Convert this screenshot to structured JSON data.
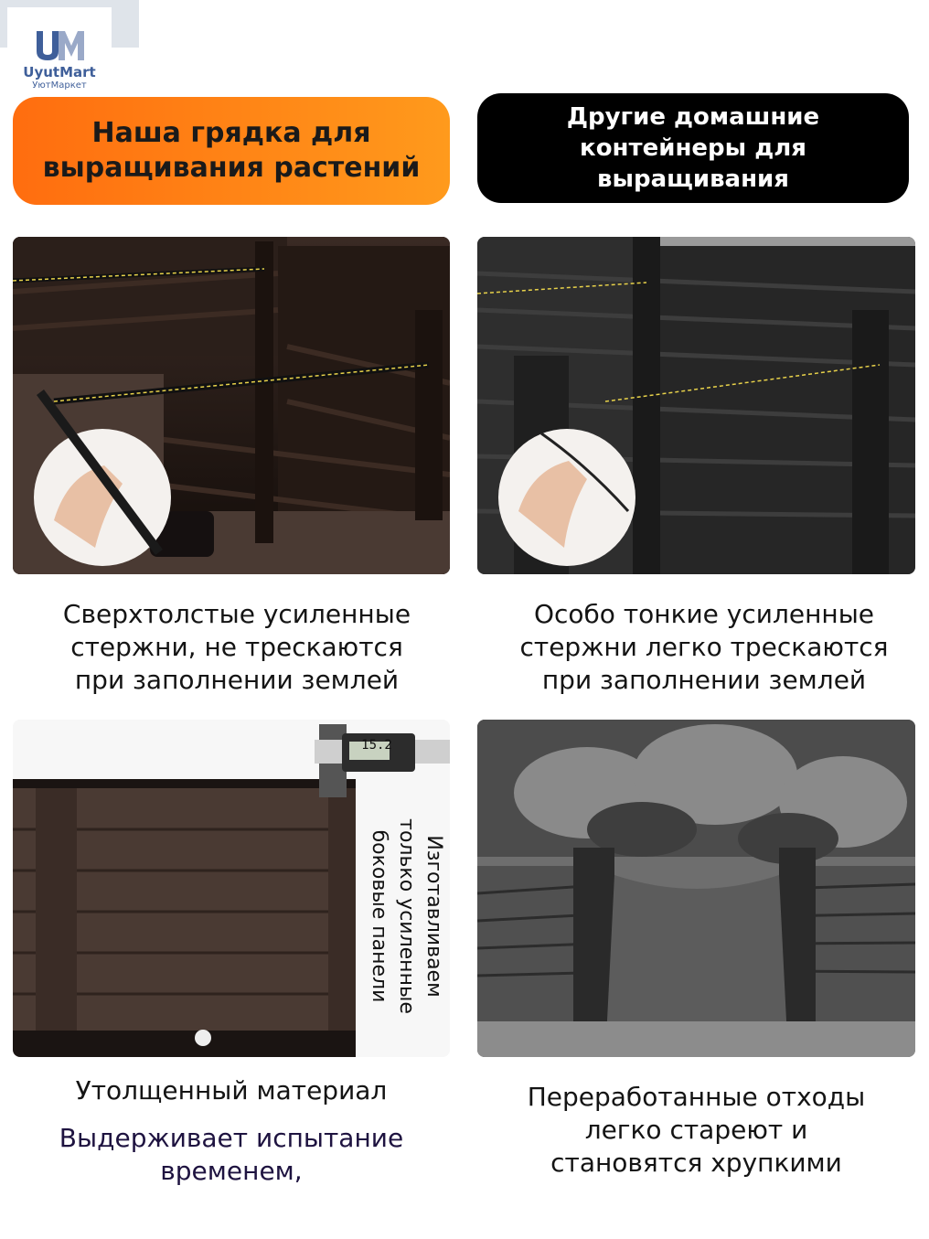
{
  "logo": {
    "mark": "UM",
    "name": "UyutMart",
    "subname": "УютМаркет"
  },
  "headers": {
    "ours": "Наша грядка для выращивания растений",
    "others": "Другие домашние контейнеры для выращивания"
  },
  "captions": {
    "ours_rods": [
      "Сверхтолстые усиленные",
      "стержни, не трескаются",
      "при заполнении землей"
    ],
    "others_rods": [
      "Особо тонкие усиленные",
      "стержни легко трескаются",
      "при заполнении землей"
    ],
    "ours_material": "Утолщенный материал",
    "ours_material_sub": [
      "Выдерживает испытание",
      "временем,"
    ],
    "others_material": [
      "Переработанные отходы",
      "легко стареют и",
      "становятся хрупкими"
    ]
  },
  "panel_text": {
    "side_panels": "Изготавливаем только усиленные боковые панели",
    "caliper_reading": "15.2"
  },
  "colors": {
    "orange_start": "#ff6d0f",
    "orange_end": "#ff9a1c",
    "black_pill": "#000000",
    "brown_panel": "#4a3a33",
    "logo_blue": "#3f5f9a"
  }
}
